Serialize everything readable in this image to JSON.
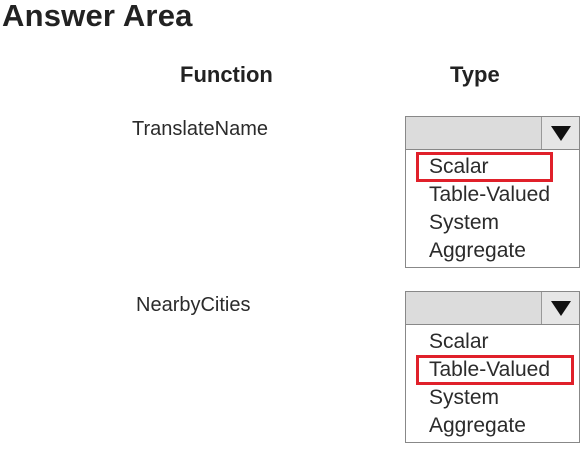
{
  "title": "Answer Area",
  "headers": {
    "function": "Function",
    "type": "Type"
  },
  "rows": [
    {
      "function": "TranslateName",
      "options": [
        "Scalar",
        "Table-Valued",
        "System",
        "Aggregate"
      ],
      "selected": "Scalar"
    },
    {
      "function": "NearbyCities",
      "options": [
        "Scalar",
        "Table-Valued",
        "System",
        "Aggregate"
      ],
      "selected": "Table-Valued"
    }
  ],
  "colors": {
    "selection_box": "#e0202a",
    "dropdown_header": "#dcdcdc"
  },
  "icons": {
    "dropdown": "triangle-down-icon"
  }
}
